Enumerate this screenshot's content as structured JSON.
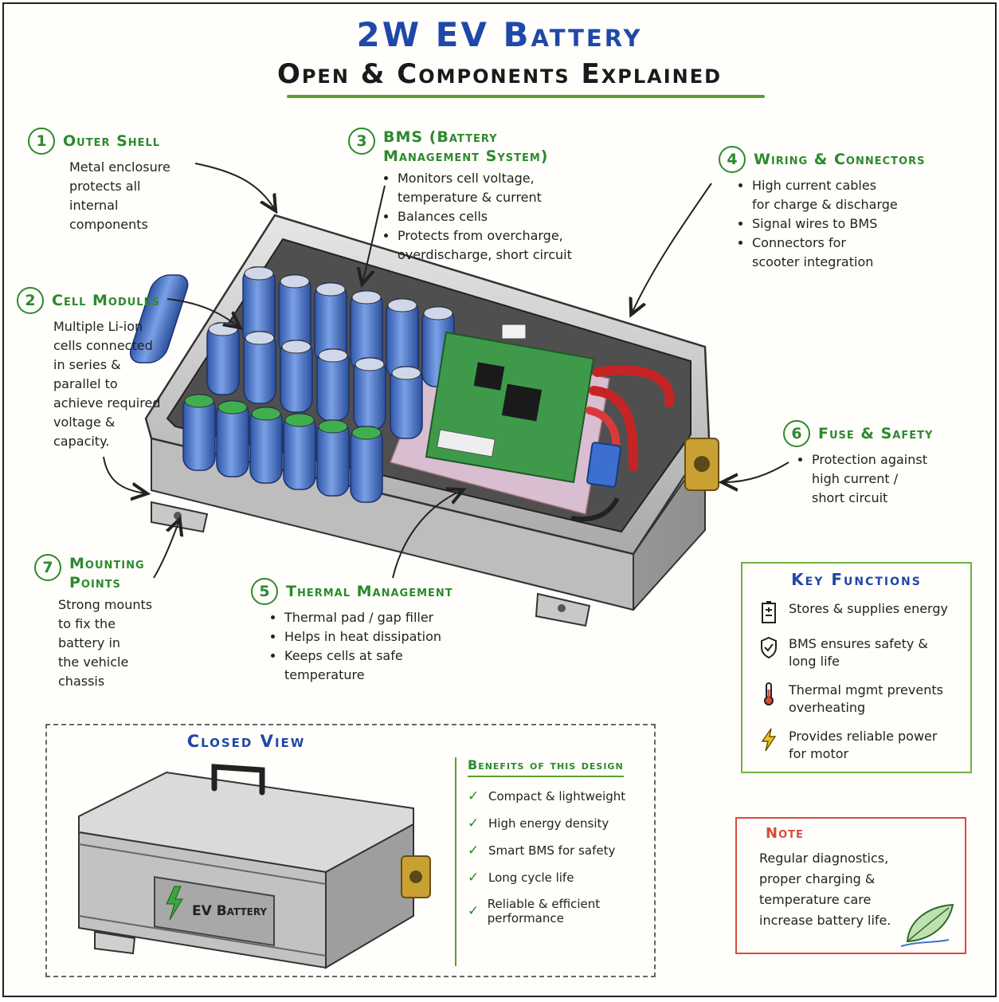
{
  "title": {
    "main": "2W EV Battery",
    "sub": "Open & Components Explained"
  },
  "callouts": [
    {
      "num": "1",
      "title": "Outer Shell",
      "body": "Metal enclosure\nprotects all\ninternal\ncomponents"
    },
    {
      "num": "2",
      "title": "Cell Modules",
      "body": "Multiple Li-ion\ncells connected\nin series &\nparallel to\nachieve required\nvoltage &\ncapacity."
    },
    {
      "num": "3",
      "title": "BMS (Battery\nManagement System)",
      "bullets": [
        "Monitors cell voltage,\ntemperature & current",
        "Balances cells",
        "Protects from overcharge,\noverdischarge, short circuit"
      ]
    },
    {
      "num": "4",
      "title": "Wiring & Connectors",
      "bullets": [
        "High current cables\nfor charge & discharge",
        "Signal wires to BMS",
        "Connectors for\nscooter integration"
      ]
    },
    {
      "num": "5",
      "title": "Thermal Management",
      "bullets": [
        "Thermal pad / gap filler",
        "Helps in heat dissipation",
        "Keeps cells at safe\ntemperature"
      ]
    },
    {
      "num": "6",
      "title": "Fuse & Safety",
      "bullets": [
        "Protection against\nhigh current /\nshort circuit"
      ]
    },
    {
      "num": "7",
      "title": "Mounting\nPoints",
      "body": "Strong mounts\nto fix the\nbattery in\nthe vehicle\nchassis"
    }
  ],
  "key_functions": {
    "title": "Key Functions",
    "items": [
      {
        "icon": "battery-icon",
        "text": "Stores & supplies energy"
      },
      {
        "icon": "shield-icon",
        "text": "BMS ensures safety &\nlong life"
      },
      {
        "icon": "thermometer-icon",
        "text": "Thermal mgmt prevents\noverheating"
      },
      {
        "icon": "lightning-icon",
        "text": "Provides reliable power\nfor motor"
      }
    ]
  },
  "note": {
    "title": "Note",
    "body": "Regular diagnostics,\nproper charging &\ntemperature care\nincrease battery life."
  },
  "closed_view": {
    "title": "Closed View",
    "label": "EV Battery",
    "benefits_title": "Benefits of this design",
    "benefits": [
      "Compact & lightweight",
      "High energy density",
      "Smart BMS for safety",
      "Long cycle life",
      "Reliable & efficient performance"
    ]
  },
  "colors": {
    "blue": "#1f48a8",
    "green": "#2c8a2c",
    "red": "#d94a3a",
    "cell_blue": "#4a74c9",
    "pcb_green": "#3e9a4a"
  }
}
